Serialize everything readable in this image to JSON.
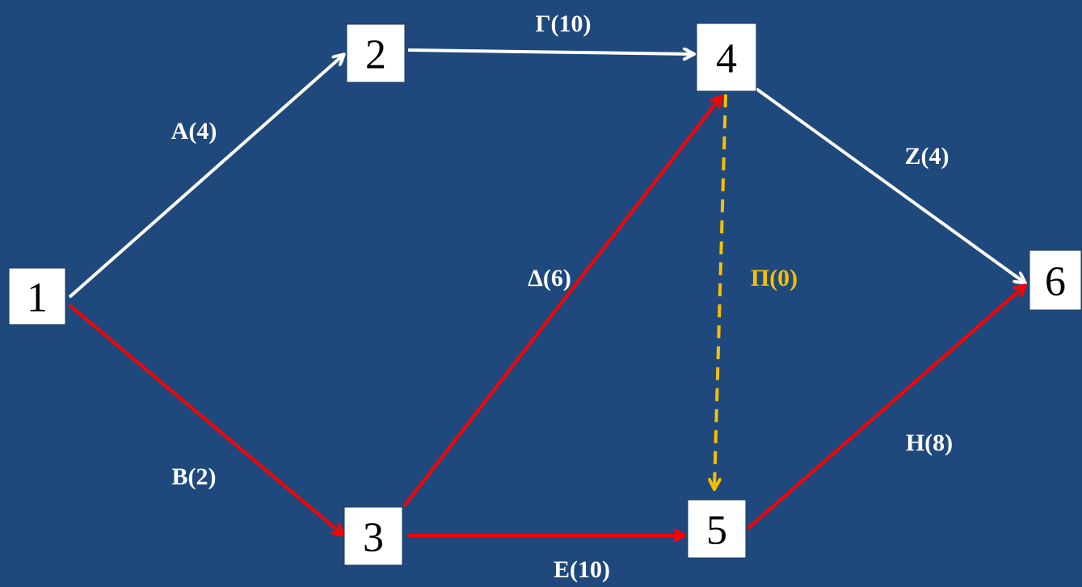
{
  "colors": {
    "background": "#1F497D",
    "node_fill": "#FFFFFF",
    "normal_edge": "#FFFFFF",
    "critical_edge": "#FF0000",
    "dummy_edge": "#F5C000",
    "label_text": "#FFFFFF",
    "dummy_label_text": "#F5C000"
  },
  "nodes": [
    {
      "id": "1",
      "label": "1"
    },
    {
      "id": "2",
      "label": "2"
    },
    {
      "id": "3",
      "label": "3"
    },
    {
      "id": "4",
      "label": "4"
    },
    {
      "id": "5",
      "label": "5"
    },
    {
      "id": "6",
      "label": "6"
    }
  ],
  "edges": [
    {
      "id": "A",
      "from": "1",
      "to": "2",
      "label": "A(4)",
      "kind": "normal"
    },
    {
      "id": "B",
      "from": "1",
      "to": "3",
      "label": "B(2)",
      "kind": "critical"
    },
    {
      "id": "G",
      "from": "2",
      "to": "4",
      "label": "Γ(10)",
      "kind": "normal"
    },
    {
      "id": "D",
      "from": "3",
      "to": "4",
      "label": "Δ(6)",
      "kind": "critical"
    },
    {
      "id": "E",
      "from": "3",
      "to": "5",
      "label": "E(10)",
      "kind": "critical"
    },
    {
      "id": "P",
      "from": "4",
      "to": "5",
      "label": "Π(0)",
      "kind": "dummy"
    },
    {
      "id": "Z",
      "from": "4",
      "to": "6",
      "label": "Z(4)",
      "kind": "normal"
    },
    {
      "id": "H",
      "from": "5",
      "to": "6",
      "label": "H(8)",
      "kind": "critical"
    }
  ]
}
